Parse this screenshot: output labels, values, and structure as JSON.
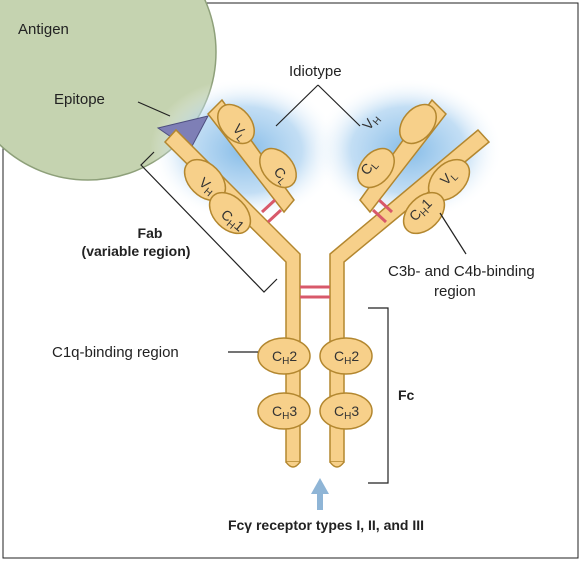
{
  "labels": {
    "antigen": "Antigen",
    "epitope": "Epitope",
    "idiotype": "Idiotype",
    "fab_line1": "Fab",
    "fab_line2": "(variable region)",
    "c3b_line1": "C3b- and C4b-binding",
    "c3b_line2": "region",
    "c1q": "C1q-binding region",
    "fc": "Fc",
    "fcgamma": "Fcγ receptor types I, II, and III"
  },
  "domains": {
    "vl": {
      "main": "V",
      "sub": "L"
    },
    "vh": {
      "main": "V",
      "sub": "H"
    },
    "cl": {
      "main": "C",
      "sub": "L"
    },
    "ch1": {
      "main": "C",
      "sub": "H",
      "num": "1"
    },
    "ch2": {
      "main": "C",
      "sub": "H",
      "num": "2"
    },
    "ch3": {
      "main": "C",
      "sub": "H",
      "num": "3"
    }
  },
  "colors": {
    "antigen_fill": "#c5d3b0",
    "antigen_stroke": "#8ea07a",
    "chain_fill": "#f7d08a",
    "chain_stroke": "#b3872f",
    "variable_glow": "#8ec3ea",
    "epitope_fill": "#7e7fb6",
    "disulfide": "#d8596a",
    "arrow": "#8fb5d6"
  }
}
